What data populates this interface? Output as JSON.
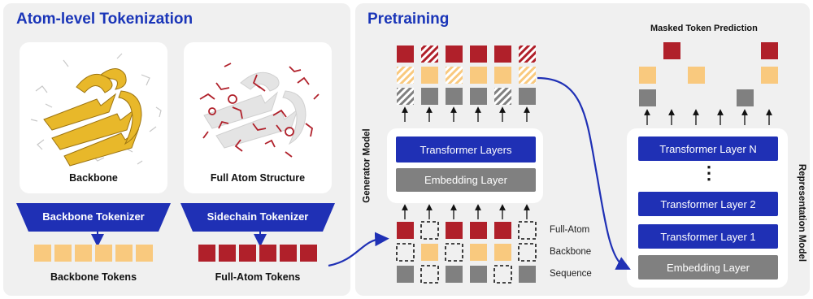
{
  "tokenization": {
    "title": "Atom-level Tokenization",
    "backbone_caption": "Backbone",
    "fullatom_caption": "Full Atom Structure",
    "backbone_tokenizer": "Backbone Tokenizer",
    "sidechain_tokenizer": "Sidechain Tokenizer",
    "backbone_tokens": "Backbone Tokens",
    "fullatom_tokens": "Full-Atom Tokens"
  },
  "pretraining": {
    "title": "Pretraining",
    "generator_model": "Generator Model",
    "transformer_layers": "Transformer Layers",
    "embedding_layer": "Embedding Layer",
    "row_fullatom": "Full-Atom",
    "row_backbone": "Backbone",
    "row_sequence": "Sequence"
  },
  "representation": {
    "masked_prediction": "Masked Token Prediction",
    "layer_n": "Transformer Layer N",
    "layer_2": "Transformer Layer 2",
    "layer_1": "Transformer Layer 1",
    "embedding_layer": "Embedding Layer",
    "model_label": "Representation Model",
    "ellipsis": "⋮"
  },
  "colors": {
    "red": "#b0202a",
    "orange": "#f9c97e",
    "grey": "#808080",
    "blue": "#1f30b5"
  }
}
